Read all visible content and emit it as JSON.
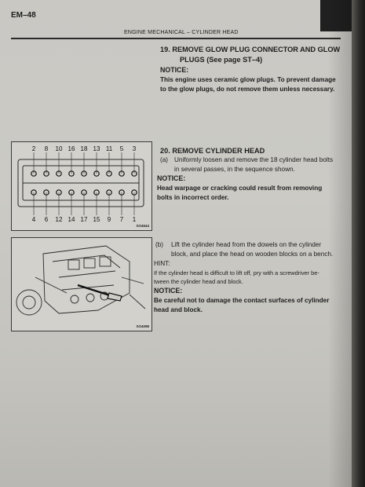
{
  "header": {
    "page_id": "EM–48",
    "running_head": "ENGINE MECHANICAL – CYLINDER HEAD"
  },
  "step19": {
    "title_line1": "19. REMOVE GLOW PLUG CONNECTOR AND GLOW",
    "title_line2": "PLUGS (See page ST–4)",
    "notice_label": "NOTICE:",
    "notice_line1": "This engine uses ceramic glow plugs. To prevent damage",
    "notice_line2": "to the glow plugs, do not remove them unless necessary."
  },
  "step20": {
    "title": "20. REMOVE CYLINDER HEAD",
    "a_marker": "(a)",
    "a_line1": "Uniformly loosen and remove the 18 cylinder head bolts",
    "a_line2": "in several passes, in the sequence shown.",
    "notice_label": "NOTICE:",
    "notice_line1": "Head warpage or cracking could result from removing",
    "notice_line2": "bolts in incorrect order.",
    "b_marker": "(b)",
    "b_line1": "Lift the cylinder head from the dowels on the cylinder",
    "b_line2": "block, and place the head on wooden blocks on a bench.",
    "hint_label": "HINT:",
    "hint_line1": "If the cylinder head is difficult to lift off, pry with a screwdriver be-",
    "hint_line2": "tween the cylinder head and block.",
    "notice2_label": "NOTICE:",
    "notice2_line1": "Be careful not to damage the contact surfaces of cylinder",
    "notice2_line2": "head and block."
  },
  "figure1": {
    "top_numbers": [
      "2",
      "8",
      "10",
      "16",
      "18",
      "13",
      "11",
      "5",
      "3"
    ],
    "bottom_numbers": [
      "4",
      "6",
      "12",
      "14",
      "17",
      "15",
      "9",
      "7",
      "1"
    ],
    "code": "SO4644"
  },
  "figure2": {
    "code": "SO4098"
  }
}
